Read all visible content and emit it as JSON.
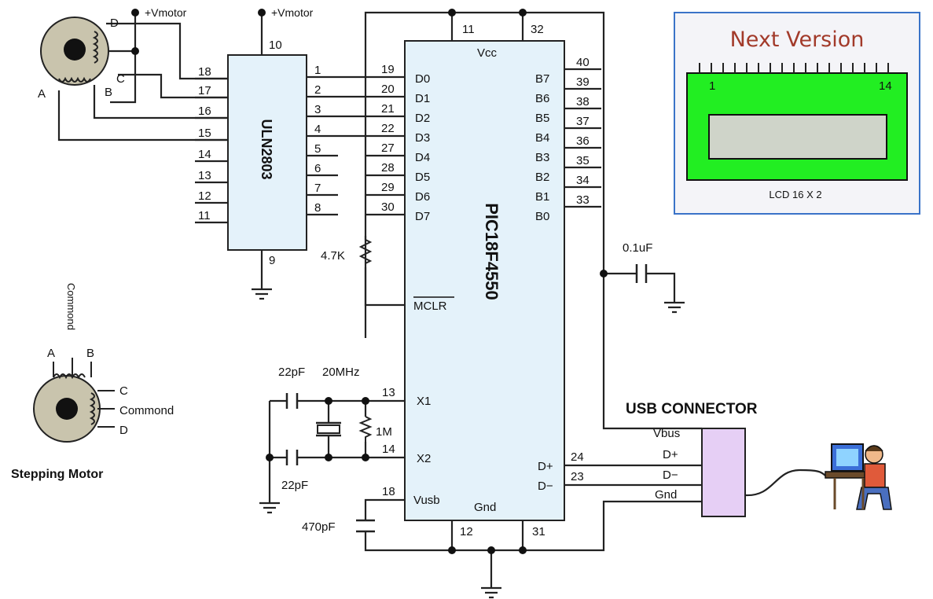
{
  "supply": {
    "vmotor_1": "+Vmotor",
    "vmotor_2": "+Vmotor"
  },
  "uln": {
    "name": "ULN2803",
    "pin_vcc": "10",
    "pin_gnd": "9",
    "left_pins": [
      "18",
      "17",
      "16",
      "15",
      "14",
      "13",
      "12",
      "11"
    ],
    "right_pins": [
      "1",
      "2",
      "3",
      "4",
      "5",
      "6",
      "7",
      "8"
    ]
  },
  "pic": {
    "name": "PIC18F4550",
    "vcc_label": "Vcc",
    "gnd_label": "Gnd",
    "top_pins": [
      "11",
      "32"
    ],
    "bottom_pins": [
      "12",
      "31"
    ],
    "left_pins": [
      "19",
      "20",
      "21",
      "22",
      "27",
      "28",
      "29",
      "30"
    ],
    "left_labels": [
      "D0",
      "D1",
      "D2",
      "D3",
      "D4",
      "D5",
      "D6",
      "D7"
    ],
    "right_pins": [
      "40",
      "39",
      "38",
      "37",
      "36",
      "35",
      "34",
      "33"
    ],
    "right_labels": [
      "B7",
      "B6",
      "B5",
      "B4",
      "B3",
      "B2",
      "B1",
      "B0"
    ],
    "mclr": "MCLR",
    "x1_pin": "13",
    "x1": "X1",
    "x2_pin": "14",
    "x2": "X2",
    "vusb_pin": "18",
    "vusb": "Vusb",
    "dplus_pin": "24",
    "dplus": "D+",
    "dminus_pin": "23",
    "dminus": "D−"
  },
  "motor": {
    "a": "A",
    "b": "B",
    "c": "C",
    "d": "D"
  },
  "components": {
    "r_mclr": "4.7K",
    "cap_top": "22pF",
    "crystal": "20MHz",
    "res_1m": "1M",
    "cap_bottom": "22pF",
    "cap_vusb": "470pF",
    "cap_bypass": "0.1uF"
  },
  "lcd": {
    "title": "Next Version",
    "pin_first": "1",
    "pin_last": "14",
    "caption": "LCD 16 X 2"
  },
  "usb": {
    "title": "USB  CONNECTOR",
    "pins": [
      "Vbus",
      "D+",
      "D−",
      "Gnd"
    ]
  },
  "legend": {
    "a": "A",
    "b": "B",
    "c": "C",
    "d": "D",
    "common_top": "Commond",
    "common_right": "Commond",
    "caption": "Stepping Motor"
  }
}
